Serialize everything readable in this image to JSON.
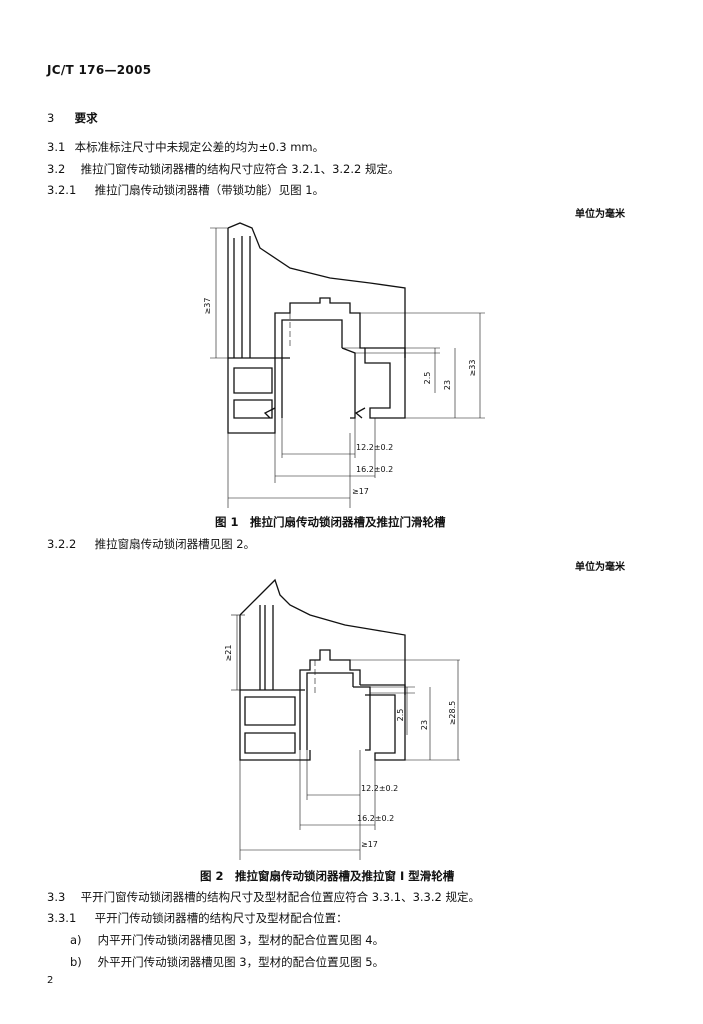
{
  "header": {
    "standard_no": "JC/T 176—2005"
  },
  "sections": {
    "s3": {
      "num": "3",
      "title": "要求"
    },
    "s31": {
      "num": "3.1",
      "text": "本标准标注尺寸中未规定公差的均为±0.3 mm。"
    },
    "s32": {
      "num": "3.2",
      "text": "推拉门窗传动锁闭器槽的结构尺寸应符合 3.2.1、3.2.2 规定。"
    },
    "s321": {
      "num": "3.2.1",
      "text": "推拉门扇传动锁闭器槽（带锁功能）见图 1。"
    },
    "s322": {
      "num": "3.2.2",
      "text": "推拉窗扇传动锁闭器槽见图 2。"
    },
    "s33": {
      "num": "3.3",
      "text": "平开门窗传动锁闭器槽的结构尺寸及型材配合位置应符合 3.3.1、3.3.2 规定。"
    },
    "s331": {
      "num": "3.3.1",
      "text": "平开门传动锁闭器槽的结构尺寸及型材配合位置："
    },
    "item_a": {
      "num": "a)",
      "text": "内平开门传动锁闭器槽见图 3，型材的配合位置见图 4。"
    },
    "item_b": {
      "num": "b)",
      "text": "外平开门传动锁闭器槽见图 3，型材的配合位置见图 5。"
    }
  },
  "figure1": {
    "unit_label": "单位为毫米",
    "caption": "图 1　推拉门扇传动锁闭器槽及推拉门滑轮槽",
    "dims": {
      "d_left": "≥37",
      "d_small": "2.5",
      "d_mid": "23",
      "d_right": "≥33",
      "d_w1": "12.2±0.2",
      "d_w2": "16.2±0.2",
      "d_w3": "≥17"
    }
  },
  "figure2": {
    "unit_label": "单位为毫米",
    "caption": "图 2　推拉窗扇传动锁闭器槽及推拉窗 Ⅰ 型滑轮槽",
    "dims": {
      "d_left": "≥21",
      "d_small": "2.5",
      "d_mid": "23",
      "d_right": "≥28.5",
      "d_w1": "12.2±0.2",
      "d_w2": "16.2±0.2",
      "d_w3": "≥17"
    }
  },
  "footer": {
    "page_number": "2"
  }
}
